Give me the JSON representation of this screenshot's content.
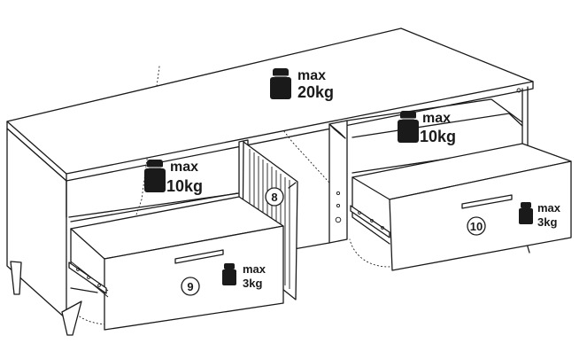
{
  "load_labels": {
    "top": {
      "line1": "max",
      "line2": "20kg"
    },
    "shelf_right": {
      "line1": "max",
      "line2": "10kg"
    },
    "shelf_left": {
      "line1": "max",
      "line2": "10kg"
    },
    "drawer_left": {
      "line1": "max",
      "line2": "3kg"
    },
    "drawer_right": {
      "line1": "max",
      "line2": "3kg"
    }
  },
  "part_numbers": {
    "door": "8",
    "drawer_left": "9",
    "drawer_right": "10"
  }
}
